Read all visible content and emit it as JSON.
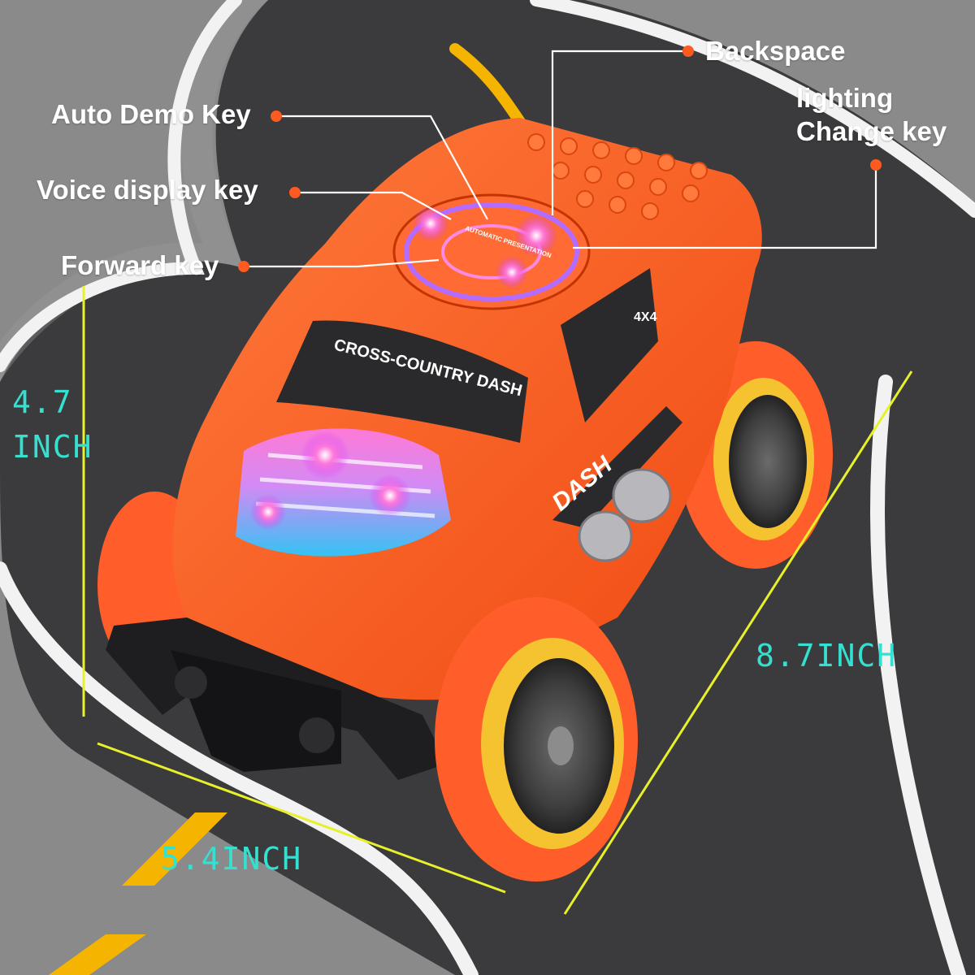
{
  "callouts": {
    "backspace": "Backspace",
    "lighting_line1": "lighting",
    "lighting_line2": "Change key",
    "auto_demo": "Auto Demo Key",
    "voice_display": "Voice display key",
    "forward": "Forward key"
  },
  "dimensions": {
    "height_line1": "4.7",
    "height_line2": "INCH",
    "length": "8.7INCH",
    "width": "5.4INCH"
  },
  "car": {
    "windshield_text": "CROSS-COUNTRY DASH",
    "door_badge": "4X4",
    "side_decal": "DASH",
    "button_ring_text": "AUTOMATIC PRESENTATION"
  },
  "colors": {
    "road": "#3b3b3d",
    "background": "#8a8a8a",
    "lane_white": "#f2f2f2",
    "lane_yellow": "#f5b400",
    "car_body": "#ff5a1f",
    "tire": "#ff5d2a",
    "rim": "#f5c230",
    "dimension_text": "#35e0d0",
    "dimension_line": "#e8f02a",
    "callout_dot": "#ff5a1f"
  }
}
